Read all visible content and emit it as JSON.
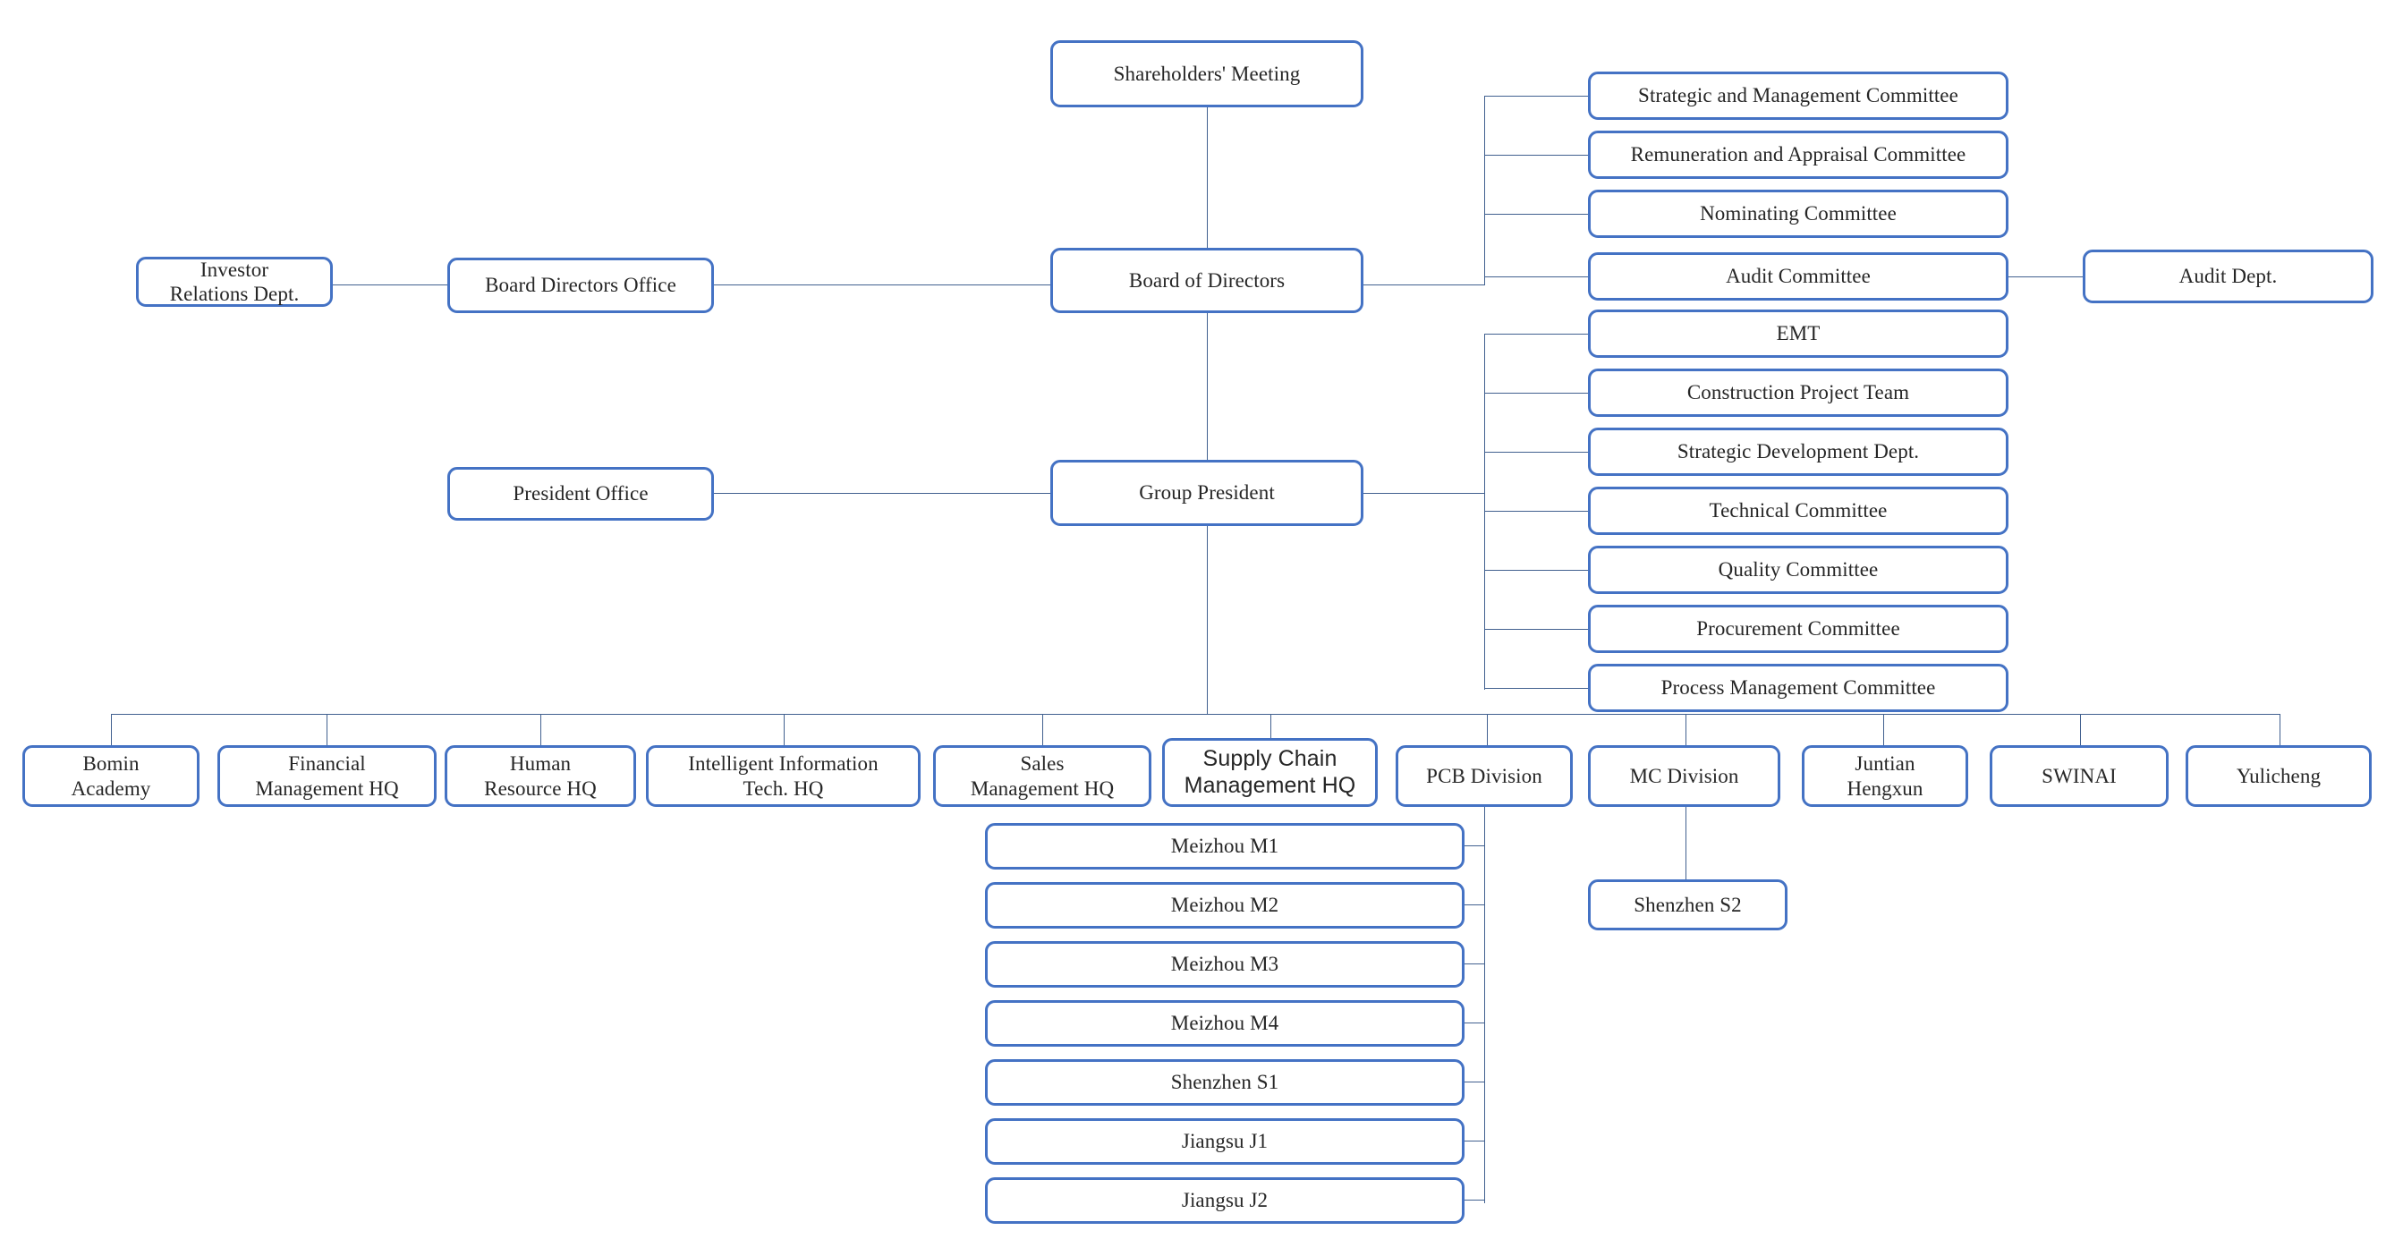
{
  "chart_type": "organization-chart",
  "theme": {
    "box_border_color": "#4472C4",
    "box_fill_color": "#FFFFFF",
    "connector_color": "#41608F",
    "text_color": "#262626",
    "background": "#FFFFFF"
  },
  "nodes": {
    "shareholders_meeting": "Shareholders' Meeting",
    "board_of_directors": "Board of Directors",
    "board_directors_office": "Board Directors Office",
    "investor_relations_dept": "Investor\nRelations Dept.",
    "audit_dept": "Audit Dept.",
    "group_president": "Group President",
    "president_office": "President Office"
  },
  "board_committees": [
    {
      "label": "Strategic and Management Committee"
    },
    {
      "label": "Remuneration and Appraisal Committee"
    },
    {
      "label": "Nominating Committee"
    },
    {
      "label": "Audit Committee"
    }
  ],
  "president_committees": [
    {
      "label": "EMT"
    },
    {
      "label": "Construction Project Team"
    },
    {
      "label": "Strategic Development Dept."
    },
    {
      "label": "Technical Committee"
    },
    {
      "label": "Quality Committee"
    },
    {
      "label": "Procurement Committee"
    },
    {
      "label": "Process Management Committee"
    }
  ],
  "divisions": [
    {
      "label": "Bomin\nAcademy"
    },
    {
      "label": "Financial\nManagement HQ"
    },
    {
      "label": "Human\nResource  HQ"
    },
    {
      "label": "Intelligent Information\nTech. HQ"
    },
    {
      "label": "Sales\nManagement HQ"
    },
    {
      "label": "Supply Chain\nManagement HQ"
    },
    {
      "label": "PCB Division"
    },
    {
      "label": "MC Division"
    },
    {
      "label": "Juntian\nHengxun"
    },
    {
      "label": "SWINAI"
    },
    {
      "label": "Yulicheng"
    }
  ],
  "pcb_plants": [
    {
      "label": "Meizhou M1"
    },
    {
      "label": "Meizhou M2"
    },
    {
      "label": "Meizhou M3"
    },
    {
      "label": "Meizhou M4"
    },
    {
      "label": "Shenzhen S1"
    },
    {
      "label": "Jiangsu J1"
    },
    {
      "label": "Jiangsu J2"
    }
  ],
  "mc_plants": [
    {
      "label": "Shenzhen S2"
    }
  ]
}
